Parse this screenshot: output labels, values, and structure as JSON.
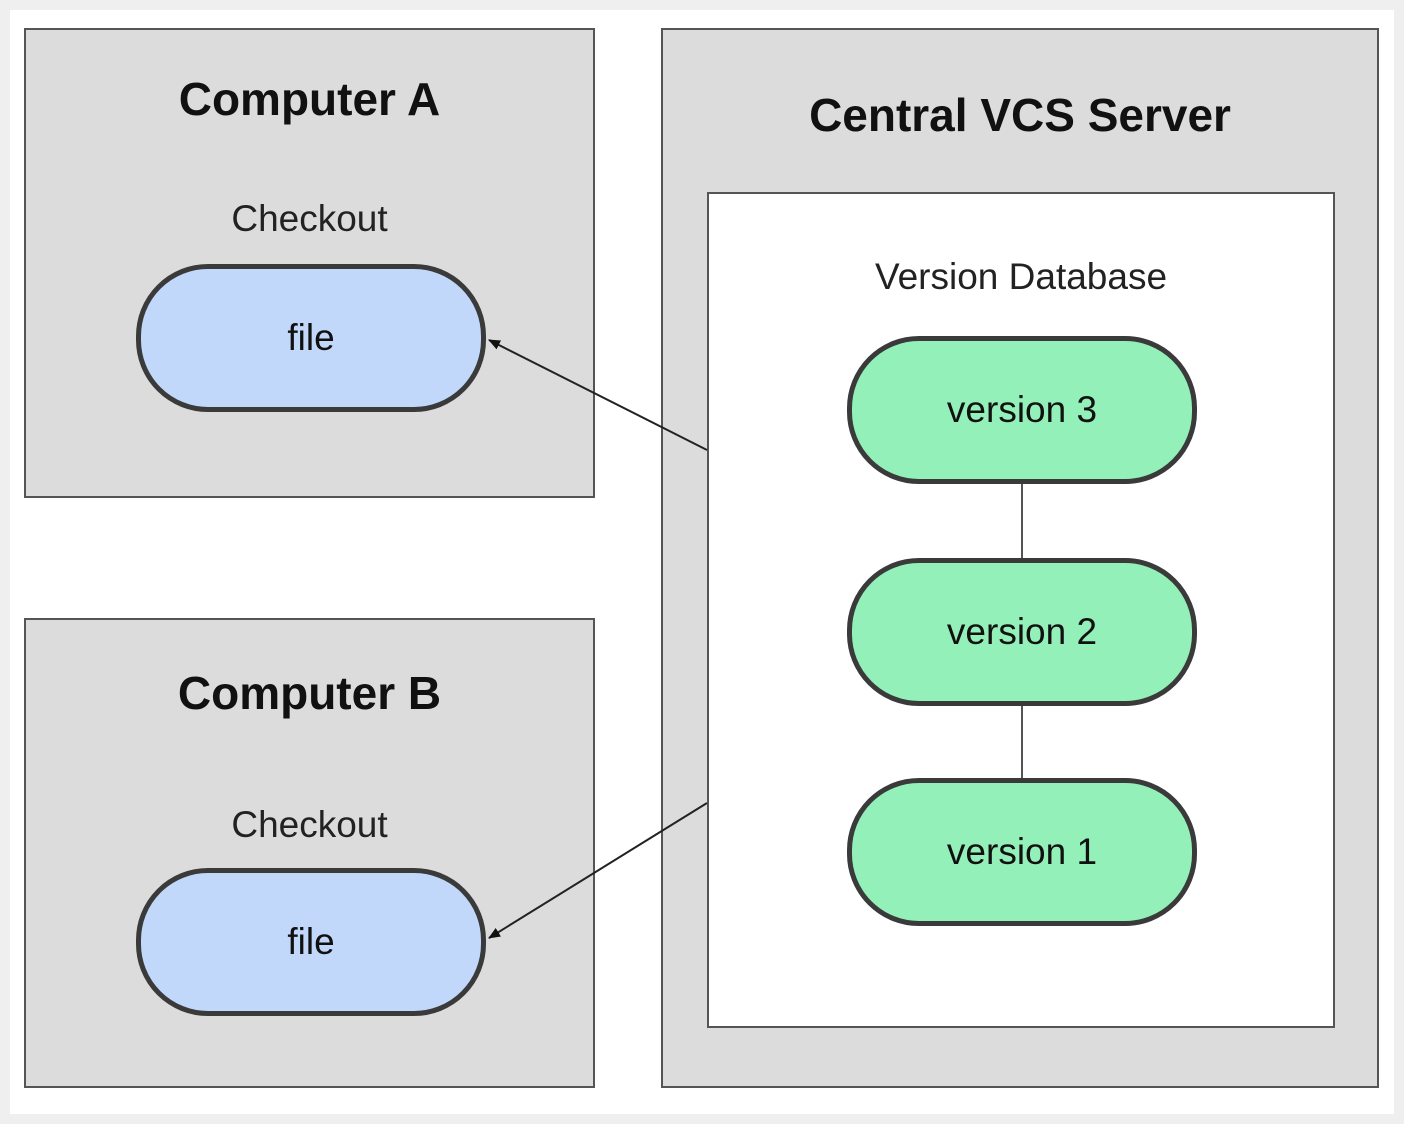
{
  "computer_a": {
    "title": "Computer A",
    "checkout_label": "Checkout",
    "file_label": "file"
  },
  "computer_b": {
    "title": "Computer B",
    "checkout_label": "Checkout",
    "file_label": "file"
  },
  "server": {
    "title": "Central VCS Server",
    "database_label": "Version Database",
    "versions": [
      "version 3",
      "version 2",
      "version 1"
    ]
  },
  "colors": {
    "box_fill": "#dcdcdc",
    "file_fill": "#c2d8fb",
    "version_fill": "#92f0b8",
    "outline": "#3a3a3a"
  }
}
